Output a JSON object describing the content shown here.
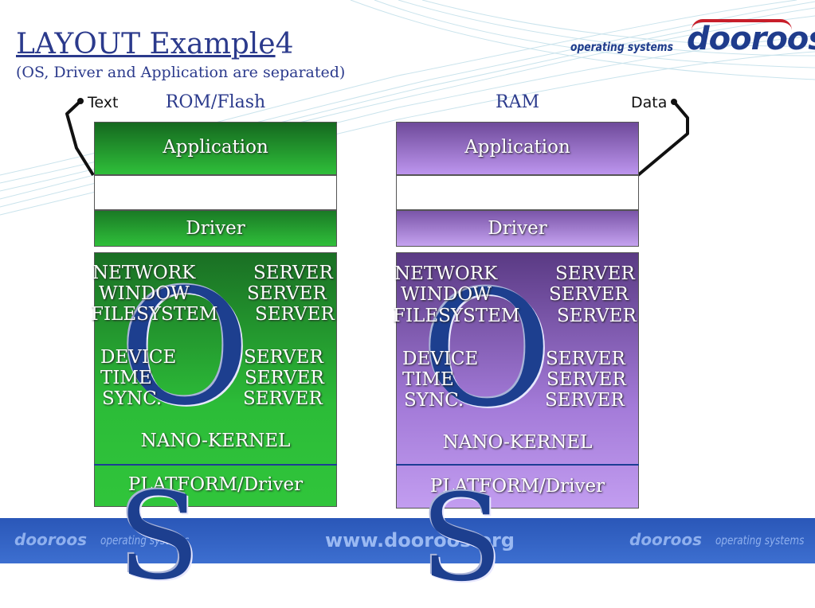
{
  "slide": {
    "title_main": "LAYOUT Example",
    "title_number": "4",
    "subtitle": "(OS, Driver and Application are separated)"
  },
  "brand": {
    "tagline": "operating systems",
    "logo": "dooroos"
  },
  "left_column": {
    "label": "ROM/Flash",
    "side_label": "Text",
    "application": "Application",
    "driver": "Driver",
    "servers": [
      {
        "name": "NETWORK",
        "type": "SERVER"
      },
      {
        "name": "WINDOW",
        "type": "SERVER"
      },
      {
        "name": "FILESYSTEM",
        "type": "SERVER"
      },
      {
        "name": "DEVICE",
        "type": "SERVER"
      },
      {
        "name": "TIME",
        "type": "SERVER"
      },
      {
        "name": "SYNC.",
        "type": "SERVER"
      }
    ],
    "kernel": "NANO-KERNEL",
    "platform": "PLATFORM/Driver",
    "os_letters": [
      "O",
      "S"
    ],
    "colors": {
      "block": "#2fbf3a"
    }
  },
  "right_column": {
    "label": "RAM",
    "side_label": "Data",
    "application": "Application",
    "driver": "Driver",
    "servers": [
      {
        "name": "NETWORK",
        "type": "SERVER"
      },
      {
        "name": "WINDOW",
        "type": "SERVER"
      },
      {
        "name": "FILESYSTEM",
        "type": "SERVER"
      },
      {
        "name": "DEVICE",
        "type": "SERVER"
      },
      {
        "name": "TIME",
        "type": "SERVER"
      },
      {
        "name": "SYNC.",
        "type": "SERVER"
      }
    ],
    "kernel": "NANO-KERNEL",
    "platform": "PLATFORM/Driver",
    "os_letters": [
      "O",
      "S"
    ],
    "colors": {
      "block": "#bd95ee"
    }
  },
  "footer": {
    "logo_left": "dooroos",
    "tagline_left": "operating systems",
    "url": "www.dooroos.org",
    "logo_right": "dooroos",
    "tagline_right": "operating systems"
  }
}
